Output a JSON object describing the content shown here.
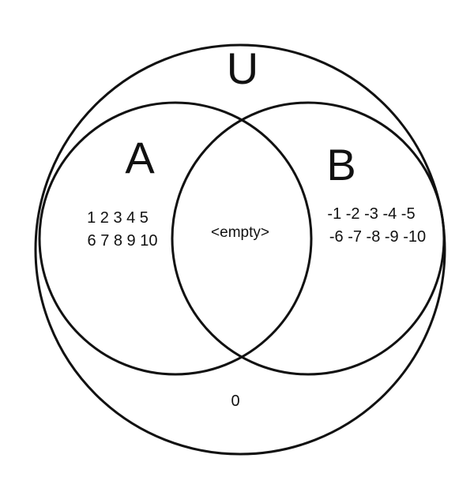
{
  "colors": {
    "stroke": "#111111",
    "text": "#111111",
    "background": "#ffffff"
  },
  "universe": {
    "label": "U",
    "outside_elements": "0"
  },
  "set_a": {
    "label": "A",
    "elements_line_1": "1 2 3 4 5",
    "elements_line_2": "6 7 8 9 10"
  },
  "set_b": {
    "label": "B",
    "elements_line_1": "-1 -2 -3 -4 -5",
    "elements_line_2": "-6 -7 -8 -9 -10"
  },
  "intersection": {
    "text": "<empty>"
  }
}
